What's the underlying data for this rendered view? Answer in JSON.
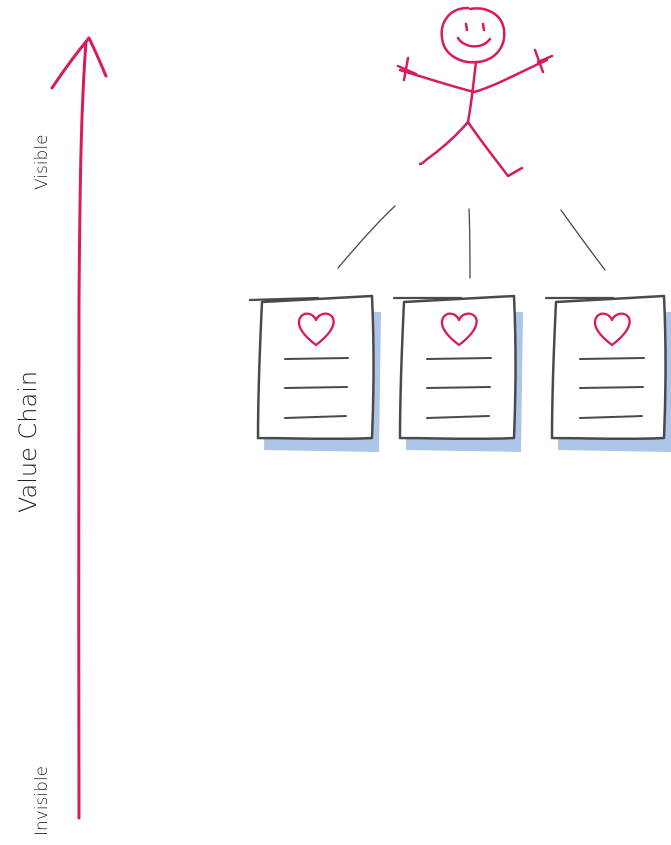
{
  "axis": {
    "title": "Value Chain",
    "top_label": "Visible",
    "bottom_label": "Invisible"
  },
  "colors": {
    "accent": "#d81b60",
    "ink": "#4a4a4a",
    "shadow": "#a9c2e6"
  },
  "user": {
    "icon": "stick-figure-user-icon"
  },
  "documents": [
    {
      "icon": "heart-icon",
      "lines": 3
    },
    {
      "icon": "heart-icon",
      "lines": 3
    },
    {
      "icon": "heart-icon",
      "lines": 3
    }
  ]
}
